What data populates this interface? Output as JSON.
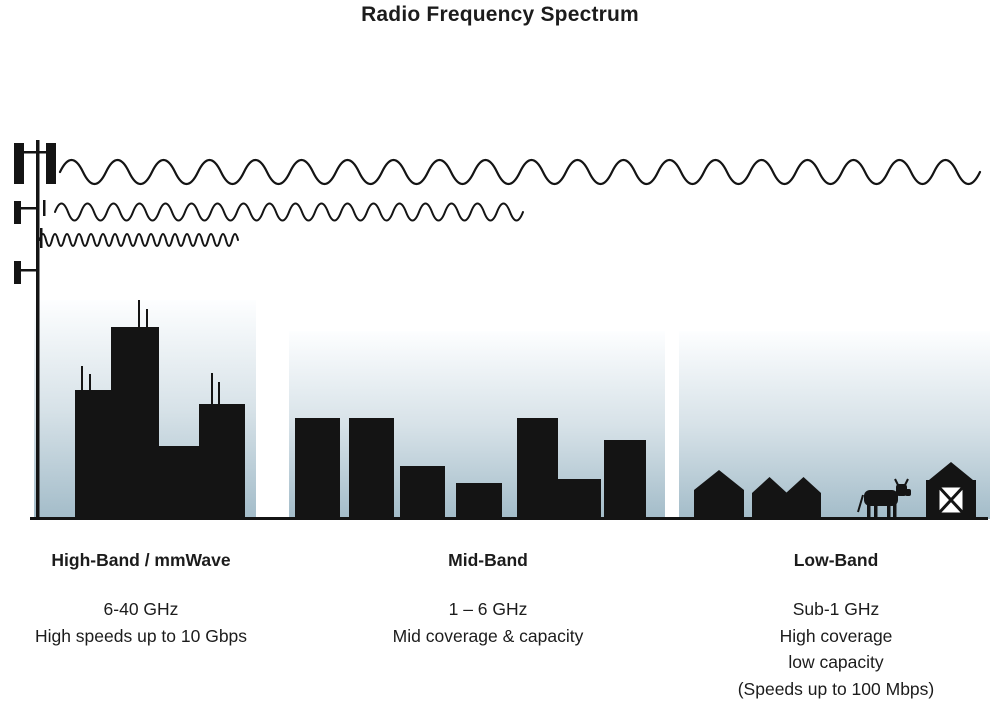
{
  "title": "Radio Frequency Spectrum",
  "bands": [
    {
      "id": "high-band",
      "name": "High-Band / mmWave",
      "lines": [
        "6-40 GHz",
        "High speeds up to 10 Gbps"
      ]
    },
    {
      "id": "mid-band",
      "name": "Mid-Band",
      "lines": [
        "1 – 6 GHz",
        "Mid coverage & capacity"
      ]
    },
    {
      "id": "low-band",
      "name": "Low-Band",
      "lines": [
        "Sub-1 GHz",
        "High coverage",
        "low capacity",
        "(Speeds up to 100 Mbps)"
      ]
    }
  ],
  "icons": [
    "cell-tower-icon",
    "low-frequency-wave-icon",
    "mid-frequency-wave-icon",
    "high-frequency-wave-icon",
    "high-band-skyline-icon",
    "mid-band-skyline-icon",
    "house-icon",
    "cow-icon",
    "barn-icon"
  ],
  "colors": {
    "silhouette": "#141414",
    "text": "#1c1c1c",
    "sky_top": "#fdfeff",
    "sky_mid": "#d7e2e8",
    "sky_bottom": "#a3bcc9"
  }
}
